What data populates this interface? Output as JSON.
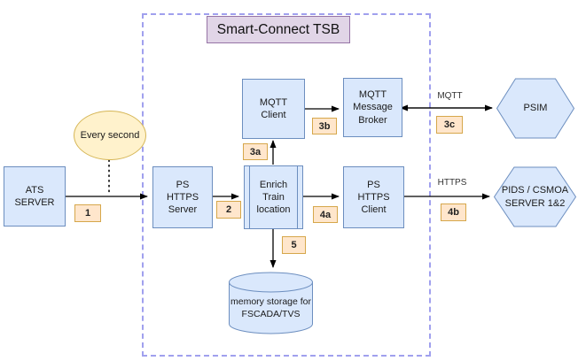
{
  "title": "Smart-Connect TSB",
  "nodes": {
    "ats_server": "ATS\nSERVER",
    "every_second": "Every second",
    "ps_https_server": "PS\nHTTPS\nServer",
    "enrich_train": "Enrich\nTrain\nlocation",
    "mqtt_client": "MQTT\nClient",
    "mqtt_broker": "MQTT\nMessage\nBroker",
    "ps_https_client": "PS\nHTTPS\nClient",
    "psim": "PSIM",
    "pids_csmoa": "PIDS / CSMOA\nSERVER 1&2",
    "memory_storage": "memory storage for\nFSCADA/TVS"
  },
  "step_labels": {
    "s1": "1",
    "s2": "2",
    "s3a": "3a",
    "s3b": "3b",
    "s3c": "3c",
    "s4a": "4a",
    "s4b": "4b",
    "s5": "5"
  },
  "edge_labels": {
    "mqtt": "MQTT",
    "https": "HTTPS"
  },
  "colors": {
    "node_fill": "#dae8fc",
    "node_border": "#6c8ebf",
    "ellipse_fill": "#fff2cc",
    "ellipse_border": "#d6b656",
    "title_fill": "#e1d5e7",
    "title_border": "#9673a6",
    "badge_fill": "#ffe6cc",
    "badge_border": "#d6a74b",
    "boundary_border": "#a0a0ee",
    "arrow": "#000000"
  }
}
